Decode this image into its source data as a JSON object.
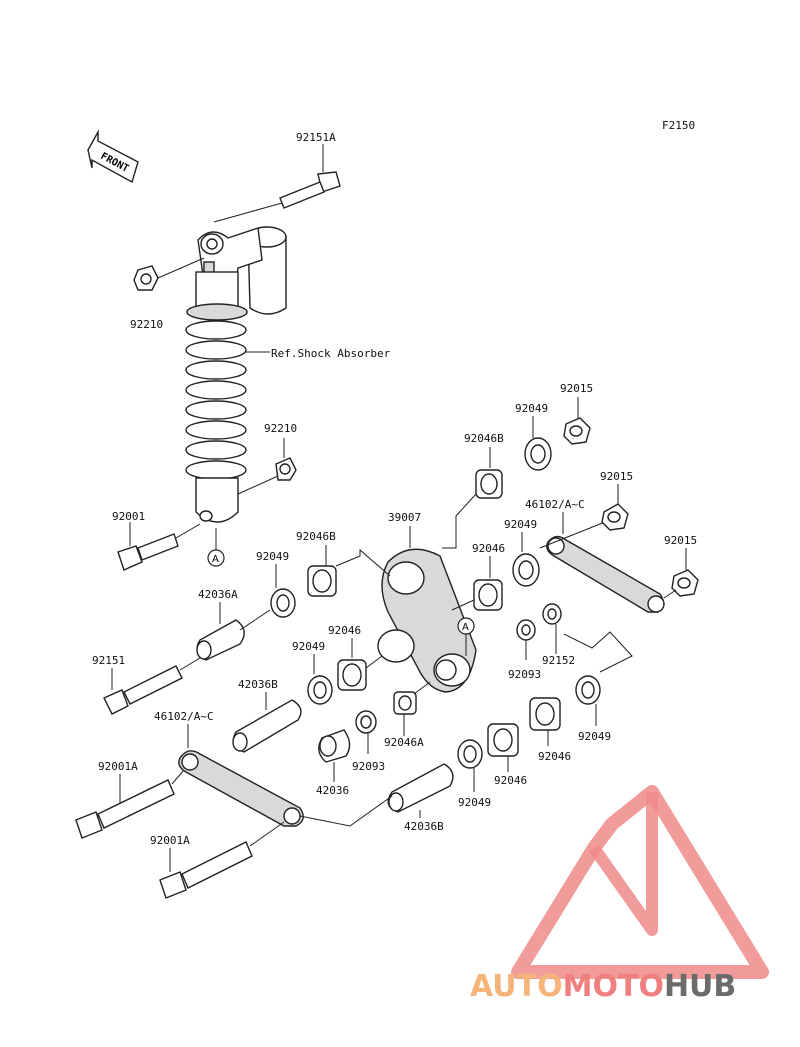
{
  "diagram_code": "F2150",
  "front_label": "FRONT",
  "ref_label": "Ref.Shock Absorber",
  "marker": "A",
  "watermark": {
    "part1": "AUTO",
    "part2": "MOTO",
    "part3": "HUB",
    "color1": "#f6b47a",
    "color2": "#f08080",
    "color3": "#6b6b6b",
    "logo_color": "#f08a8a"
  },
  "labels": {
    "l92151A": "92151A",
    "l92210a": "92210",
    "l92210b": "92210",
    "l92001": "92001",
    "l92015a": "92015",
    "l92049a": "92049",
    "l92046Ba": "92046B",
    "l39007": "39007",
    "l46102a": "46102/A~C",
    "l92015b": "92015",
    "l92049b": "92049",
    "l92046a": "92046",
    "l92015c": "92015",
    "l92046Bb": "92046B",
    "l92049c": "92049",
    "l42036A": "42036A",
    "l92046b": "92046",
    "l92049d": "92049",
    "l92093a": "92093",
    "l92152": "92152",
    "l92151": "92151",
    "l42036B": "42036B",
    "l46102b": "46102/A~C",
    "l92046A": "92046A",
    "l92093b": "92093",
    "l92046c": "92046",
    "l92049e": "92049",
    "l92001Aa": "92001A",
    "l42036": "42036",
    "l92046d": "92046",
    "l92049f": "92049",
    "l42036Bb": "42036B",
    "l92001Ab": "92001A"
  }
}
